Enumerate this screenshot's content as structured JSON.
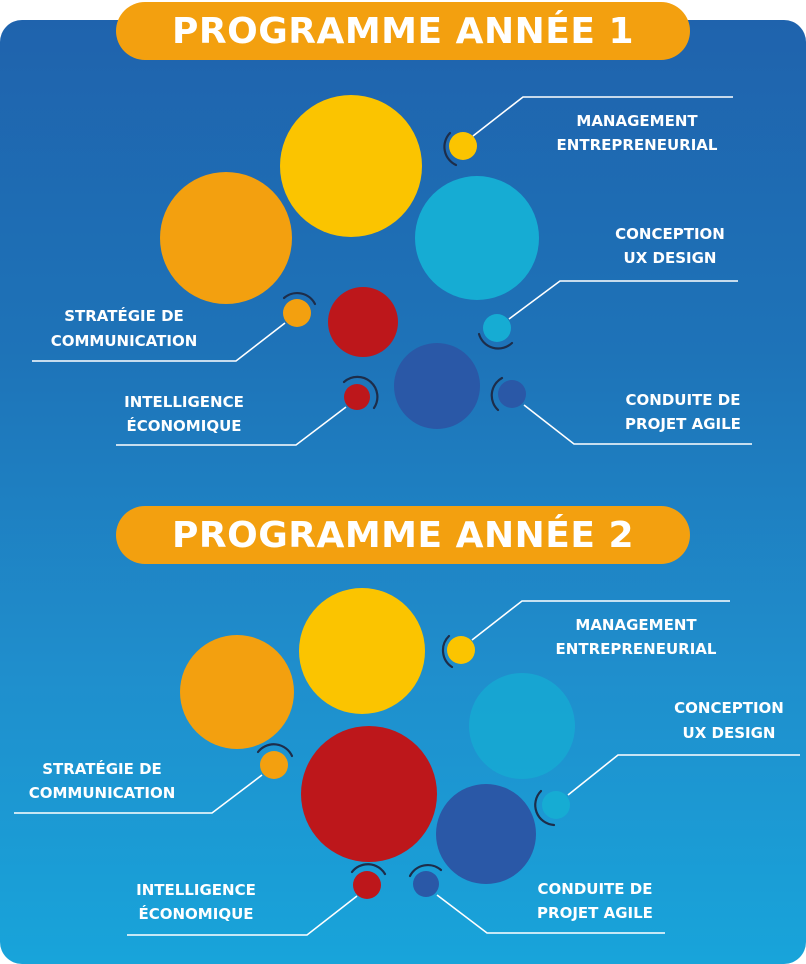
{
  "colors": {
    "orange": "#f3a00f",
    "yellow": "#fbc400",
    "cyan": "#16acd3",
    "red": "#bd171b",
    "navy": "#2a58a7",
    "line": "#ffffff",
    "arc": "#1d2d4a"
  },
  "program1": {
    "title": "PROGRAMME ANNÉE 1",
    "modules": {
      "management": [
        "MANAGEMENT",
        "ENTREPRENEURIAL"
      ],
      "conception": [
        "CONCEPTION",
        "UX DESIGN"
      ],
      "strategie": [
        "STRATÉGIE DE",
        "COMMUNICATION"
      ],
      "intelligence": [
        "INTELLIGENCE",
        "ÉCONOMIQUE"
      ],
      "conduite": [
        "CONDUITE DE",
        "PROJET AGILE"
      ]
    }
  },
  "program2": {
    "title": "PROGRAMME ANNÉE 2",
    "modules": {
      "management": [
        "MANAGEMENT",
        "ENTREPRENEURIAL"
      ],
      "conception": [
        "CONCEPTION",
        "UX DESIGN"
      ],
      "strategie": [
        "STRATÉGIE DE",
        "COMMUNICATION"
      ],
      "intelligence": [
        "INTELLIGENCE",
        "ÉCONOMIQUE"
      ],
      "conduite": [
        "CONDUITE DE",
        "PROJET AGILE"
      ]
    }
  }
}
